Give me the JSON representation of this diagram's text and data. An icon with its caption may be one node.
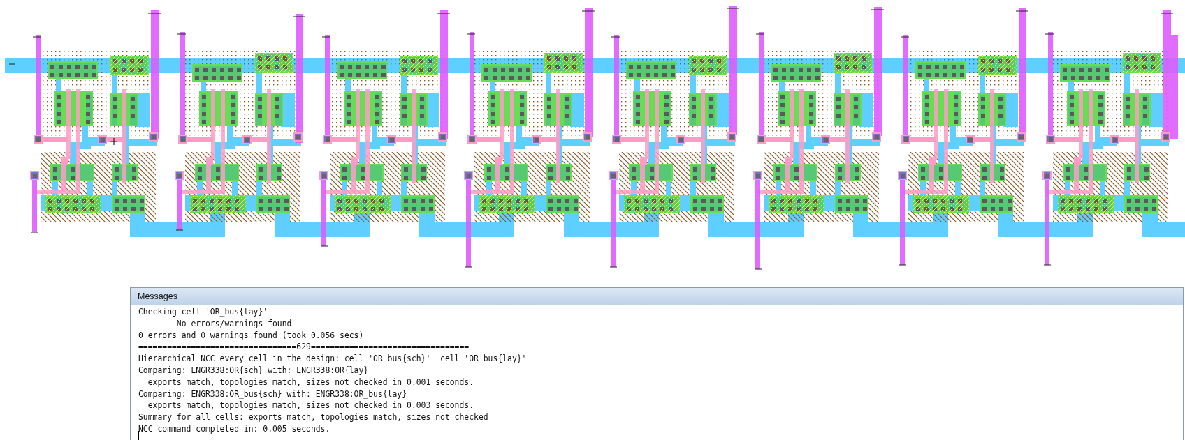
{
  "diagram": {
    "nodes": [
      {
        "text": [
          "Messages"
        ]
      }
    ],
    "labels": [
      "Checking cell 'OR_bus{lay}'",
      "No errors/warnings found",
      "0 errors and 0 warnings found (took 0.056 secs)",
      "=================================629=================================",
      "Hierarchical NCC every cell in the design: cell 'OR_bus{sch}'  cell 'OR_bus{lay}'",
      "Comparing: ENGR338:OR{sch} with: ENGR338:OR{lay}",
      "exports match, topologies match, sizes not checked in 0.001 seconds.",
      "Comparing: ENGR338:OR_bus{sch} with: ENGR338:OR_bus{lay}",
      "exports match, topologies match, sizes not checked in 0.003 seconds.",
      "Summary for all cells: exports match, topologies match, sizes not checked",
      "NCC command completed in: 0.005 seconds."
    ]
  }
}
